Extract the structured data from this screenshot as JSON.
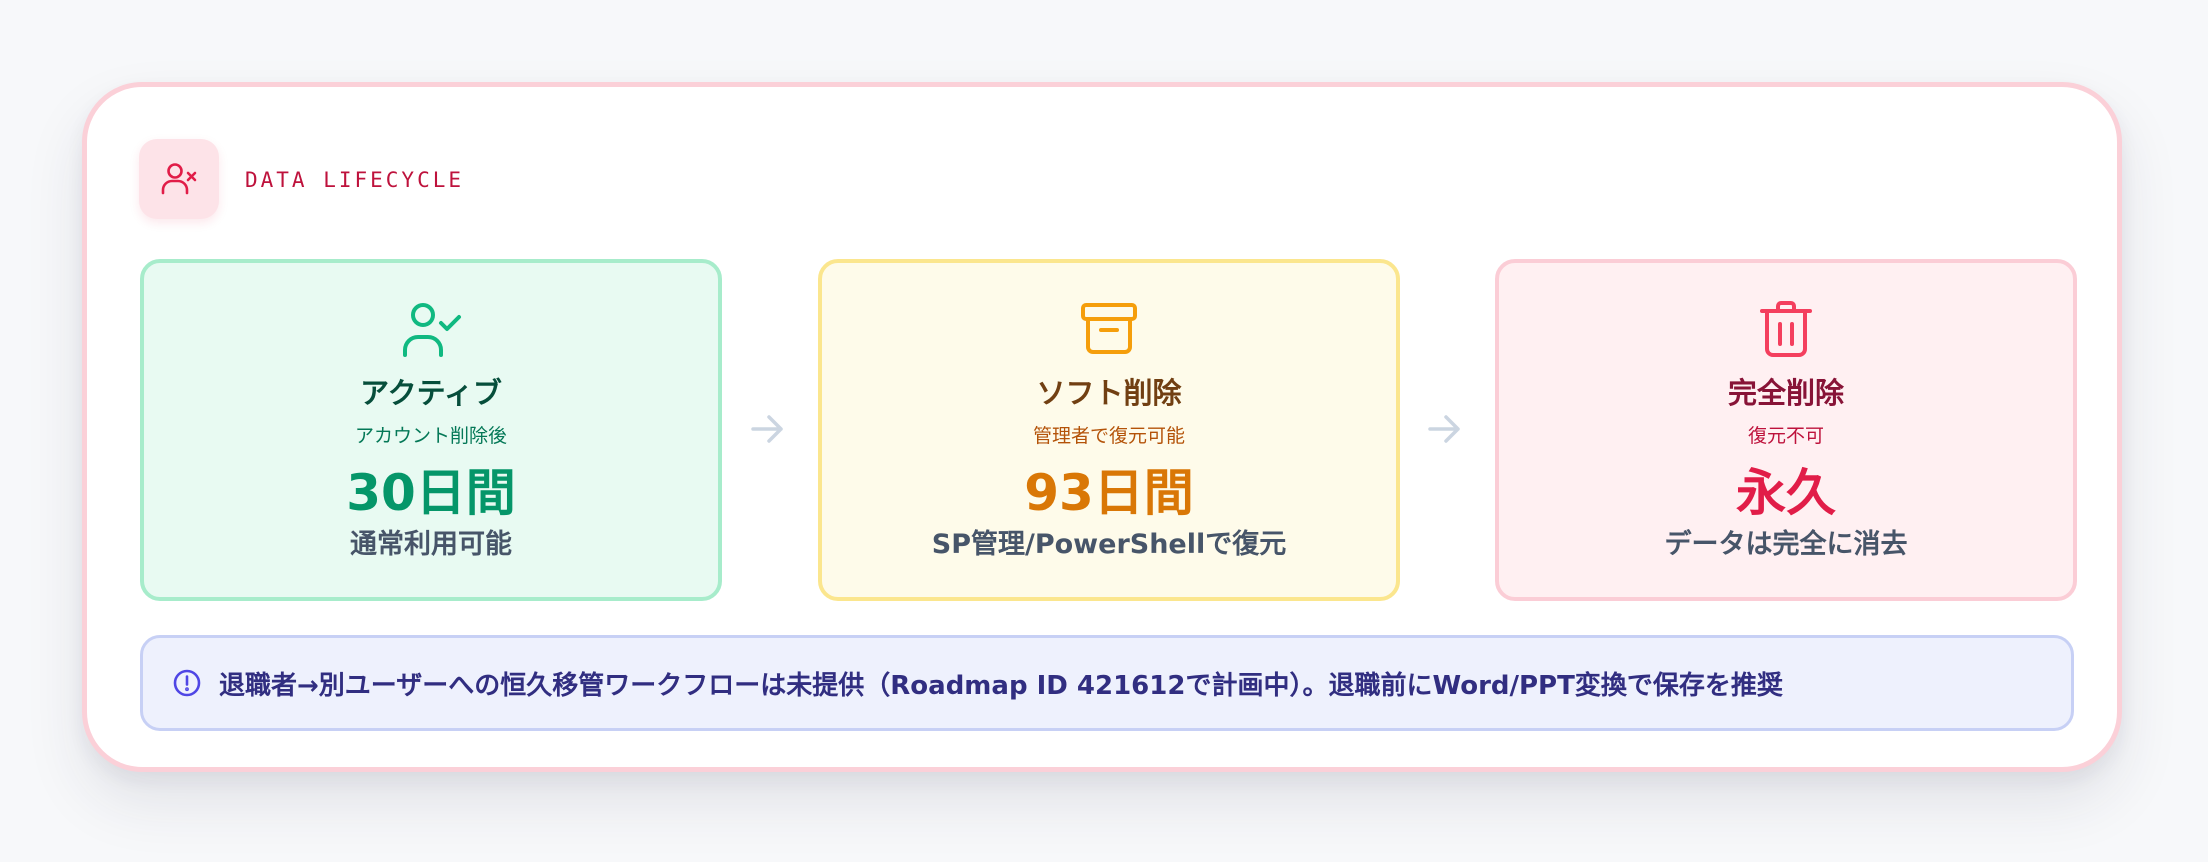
{
  "header": {
    "label": "DATA LIFECYCLE",
    "icon": "user-remove-icon",
    "accent_color": "#be123c"
  },
  "stages": [
    {
      "icon": "user-check-icon",
      "title": "アクティブ",
      "subtitle": "アカウント削除後",
      "duration": "30日間",
      "description": "通常利用可能",
      "color": "#059669"
    },
    {
      "icon": "archive-box-icon",
      "title": "ソフト削除",
      "subtitle": "管理者で復元可能",
      "duration": "93日間",
      "description": "SP管理/PowerShellで復元",
      "color": "#d97706"
    },
    {
      "icon": "trash-icon",
      "title": "完全削除",
      "subtitle": "復元不可",
      "duration": "永久",
      "description": "データは完全に消去",
      "color": "#e11d48"
    }
  ],
  "arrows": [
    "arrow-right-icon",
    "arrow-right-icon"
  ],
  "note": {
    "icon": "info-circle-icon",
    "text": "退職者→別ユーザーへの恒久移管ワークフローは未提供（Roadmap ID 421612で計画中）。退職前にWord/PPT変換で保存を推奨",
    "color": "#312e81"
  }
}
